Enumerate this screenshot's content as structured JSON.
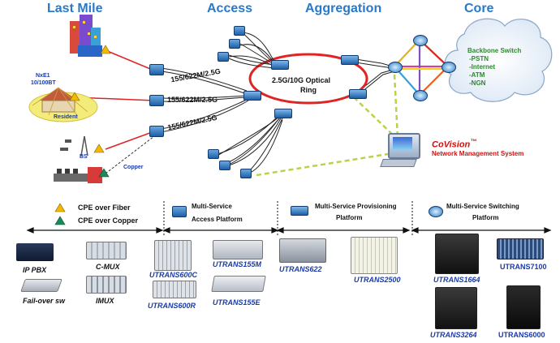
{
  "sections": {
    "last_mile": "Last Mile",
    "access": "Access",
    "aggregation": "Aggregation",
    "core": "Core"
  },
  "links": {
    "rate1": "155/622M/2.5G",
    "rate2": "155/622M/2.5G",
    "rate3": "155/622M/2.5G",
    "ring": "2.5G/10G Optical",
    "ring2": "Ring"
  },
  "last_mile": {
    "nxe1": "NxE1",
    "eth": "10/100BT",
    "resident": "Resident",
    "bs": "BS",
    "copper": "Copper"
  },
  "core_cloud": {
    "title": "Backbone Switch",
    "items": [
      "-PSTN",
      "-Internet",
      "-ATM",
      "-NGN"
    ]
  },
  "nms": {
    "brand": "CoVision",
    "tm": "™",
    "subtitle": "Network Management System"
  },
  "legend": {
    "fiber": "CPE over Fiber",
    "copper": "CPE over Copper",
    "access_l1": "Multi-Service",
    "access_l2": "Access Platform",
    "prov_l1": "Multi-Service Provisioning",
    "prov_l2": "Platform",
    "switch_l1": "Multi-Service Switching",
    "switch_l2": "Platform"
  },
  "products": {
    "ip_pbx": "IP PBX",
    "cmux": "C-MUX",
    "failover": "Fail-over sw",
    "imux": "IMUX",
    "u600c": "UTRANS600C",
    "u600r": "UTRANS600R",
    "u155m": "UTRANS155M",
    "u155e": "UTRANS155E",
    "u622": "UTRANS622",
    "u2500": "UTRANS2500",
    "u1664": "UTRANS1664",
    "u3264": "UTRANS3264",
    "u7100": "UTRANS7100",
    "u6000": "UTRANS6000"
  },
  "colors": {
    "section": "#2a78c8",
    "ring": "#e02424",
    "fiber_cpe": "#f5b800",
    "copper_cpe": "#1a8a5a",
    "green_link": "#b8d34a"
  }
}
